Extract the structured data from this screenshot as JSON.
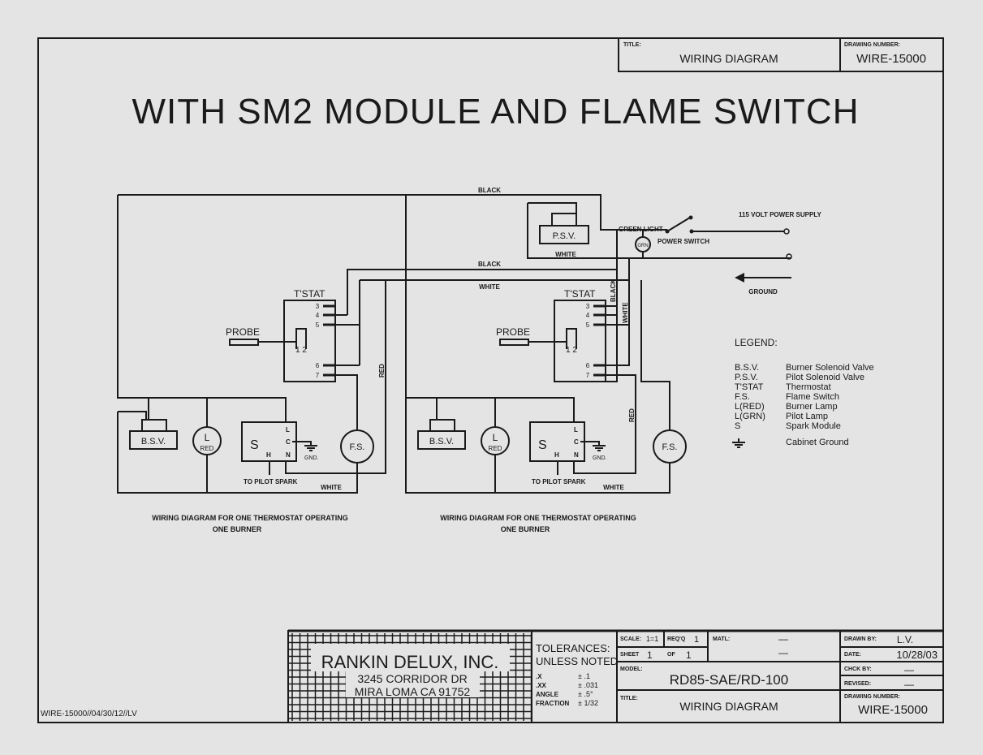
{
  "header": {
    "title_label": "TITLE:",
    "title": "WIRING DIAGRAM",
    "drawing_number_label": "DRAWING NUMBER:",
    "drawing_number": "WIRE-15000"
  },
  "main_title": "WITH SM2 MODULE AND FLAME SWITCH",
  "wires": {
    "black_top": "BLACK",
    "black_mid": "BLACK",
    "white_mid": "WHITE",
    "white_psv": "WHITE",
    "black_vert": "BLACK",
    "white_vert": "WHITE",
    "red_left": "RED",
    "red_right": "RED",
    "white_bottom_left": "WHITE",
    "white_bottom_right": "WHITE"
  },
  "power": {
    "supply": "115 VOLT POWER SUPPLY",
    "green_light": "GREEN LIGHT",
    "lamp_label": "GRN",
    "switch": "POWER SWITCH",
    "ground": "GROUND",
    "psv": "P.S.V."
  },
  "circuit": {
    "tstat": "T'STAT",
    "probe": "PROBE",
    "terminals": [
      "3",
      "4",
      "5",
      "6",
      "7"
    ],
    "probe_pins": "1 2",
    "bsv": "B.S.V.",
    "lamp_l": "L",
    "lamp_red": "RED",
    "spark": "S",
    "spark_l": "L",
    "spark_c": "C",
    "spark_n": "N",
    "spark_h": "H",
    "gnd": "GND.",
    "fs": "F.S.",
    "pilot": "TO PILOT SPARK",
    "caption1": "WIRING DIAGRAM FOR ONE THERMOSTAT OPERATING",
    "caption2": "ONE BURNER"
  },
  "legend": {
    "title": "LEGEND:",
    "items": [
      {
        "abbr": "B.S.V.",
        "desc": "Burner Solenoid Valve"
      },
      {
        "abbr": "P.S.V.",
        "desc": "Pilot Solenoid Valve"
      },
      {
        "abbr": "T'STAT",
        "desc": "Thermostat"
      },
      {
        "abbr": "F.S.",
        "desc": "Flame Switch"
      },
      {
        "abbr": "L(RED)",
        "desc": "Burner Lamp"
      },
      {
        "abbr": "L(GRN)",
        "desc": "Pilot Lamp"
      },
      {
        "abbr": "S",
        "desc": "Spark Module"
      },
      {
        "abbr": "",
        "desc": "Cabinet Ground"
      }
    ]
  },
  "titleblock": {
    "company": "RANKIN DELUX, INC.",
    "address": "3245 CORRIDOR DR",
    "city": "MIRA LOMA CA 91752",
    "tol1": "TOLERANCES:",
    "tol2": "UNLESS NOTED",
    "tolerances": [
      {
        "k": ".X",
        "v": "± .1"
      },
      {
        "k": ".XX",
        "v": "± .031"
      },
      {
        "k": "ANGLE",
        "v": "± .5°"
      },
      {
        "k": "FRACTION",
        "v": "± 1/32"
      }
    ],
    "scale_label": "SCALE:",
    "scale": "1=1",
    "req_label": "REQ'Q",
    "req": "1",
    "sheet_label": "SHEET",
    "sheet": "1",
    "of_label": "OF",
    "of": "1",
    "matl_label": "MATL:",
    "matl": "—",
    "matl2": "—",
    "model_label": "MODEL:",
    "model": "RD85-SAE/RD-100",
    "title_label": "TITLE:",
    "title": "WIRING DIAGRAM",
    "drawn_label": "DRAWN BY:",
    "drawn": "L.V.",
    "date_label": "DATE:",
    "date": "10/28/03",
    "chck_label": "CHCK BY:",
    "chck": "—",
    "rev_label": "REVISED:",
    "rev": "—",
    "dn_label": "DRAWING NUMBER:",
    "dn": "WIRE-15000"
  },
  "footer": "WIRE-15000//04/30/12//LV"
}
